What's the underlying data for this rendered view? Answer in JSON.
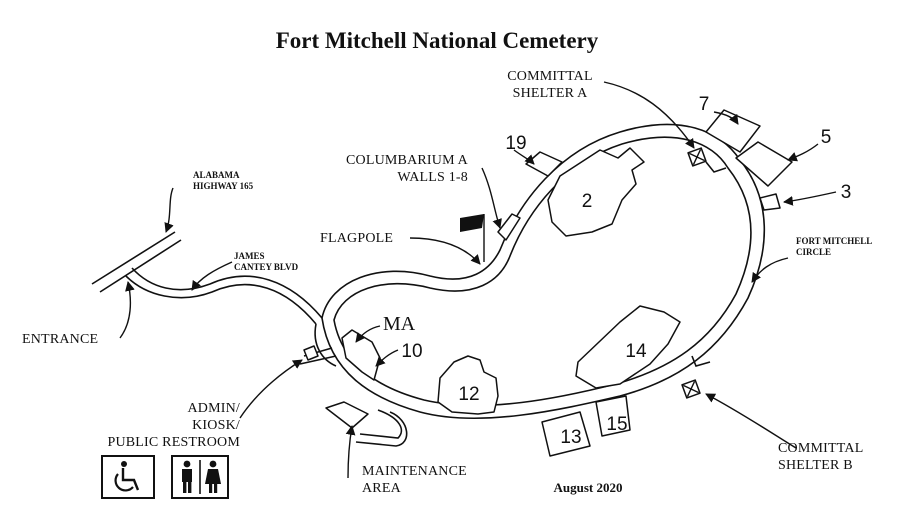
{
  "title": "Fort Mitchell National Cemetery",
  "date": "August 2020",
  "labels": {
    "committal_a_line1": "COMMITTAL",
    "committal_a_line2": "SHELTER A",
    "committal_b_line1": "COMMITTAL",
    "committal_b_line2": "SHELTER B",
    "columbarium_line1": "COLUMBARIUM A",
    "columbarium_line2": "WALLS 1-8",
    "flagpole": "FLAGPOLE",
    "alabama_line1": "ALABAMA",
    "alabama_line2": "HIGHWAY 165",
    "james_line1": "JAMES",
    "james_line2": "CANTEY BLVD",
    "entrance": "ENTRANCE",
    "admin_line1": "ADMIN/",
    "admin_line2": "KIOSK/",
    "admin_line3": "PUBLIC RESTROOM",
    "maintenance_line1": "MAINTENANCE",
    "maintenance_line2": "AREA",
    "fort_mitchell_line1": "FORT MITCHELL",
    "fort_mitchell_line2": "CIRCLE",
    "ma": "MA"
  },
  "sections": {
    "s2": "2",
    "s3": "3",
    "s5": "5",
    "s7": "7",
    "s10": "10",
    "s12": "12",
    "s13": "13",
    "s14": "14",
    "s15": "15",
    "s19": "19"
  },
  "icons": {
    "accessible": "wheelchair-icon",
    "restroom": "restroom-icon",
    "shelter": "committal-shelter-icon",
    "flag": "flag-icon"
  }
}
